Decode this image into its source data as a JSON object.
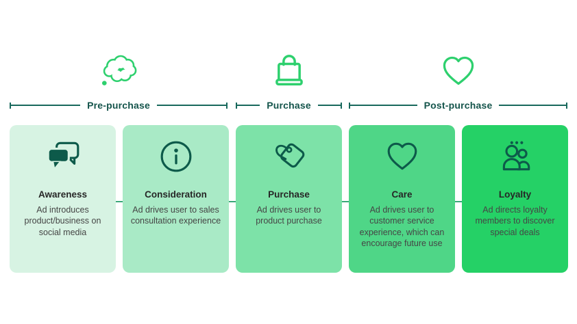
{
  "colors": {
    "accent_green": "#2ed06e",
    "phase_teal": "#17685c",
    "card_icon_teal": "#0d5a4a",
    "connector_green": "#3aa878",
    "title_text": "#262626",
    "body_text": "#454545"
  },
  "phases": [
    {
      "label": "Pre-purchase",
      "icon": "thought-bubble-icon"
    },
    {
      "label": "Purchase",
      "icon": "shopping-bag-icon"
    },
    {
      "label": "Post-purchase",
      "icon": "heart-icon"
    }
  ],
  "stages": [
    {
      "title": "Awareness",
      "description": "Ad introduces product/business on social media",
      "icon": "chat-bubbles-icon",
      "bg": "#d7f3e3"
    },
    {
      "title": "Consideration",
      "description": "Ad drives user to sales consultation experience",
      "icon": "info-circle-icon",
      "bg": "#a9eac6"
    },
    {
      "title": "Purchase",
      "description": "Ad drives user to product purchase",
      "icon": "price-tag-icon",
      "bg": "#7de2a8"
    },
    {
      "title": "Care",
      "description": "Ad drives user to customer service experience, which can encourage future use",
      "icon": "heart-outline-icon",
      "bg": "#4fd687"
    },
    {
      "title": "Loyalty",
      "description": "Ad directs loyalty members to discover special deals",
      "icon": "people-group-icon",
      "bg": "#25d166"
    }
  ]
}
